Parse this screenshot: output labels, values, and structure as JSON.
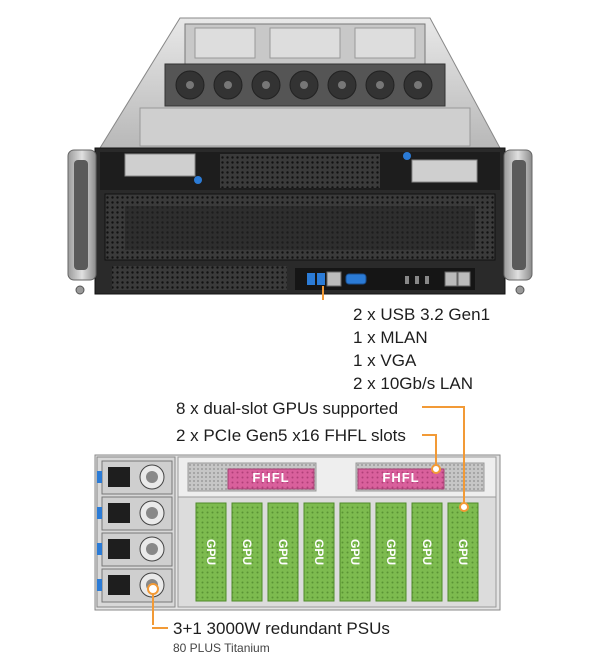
{
  "io_callout": {
    "lines": [
      "2 x USB 3.2 Gen1",
      "1 x MLAN",
      "1 x VGA",
      "2 x 10Gb/s LAN"
    ]
  },
  "gpu_callout": "8 x dual-slot GPUs supported",
  "pcie_callout": "2 x PCIe Gen5 x16 FHFL slots",
  "psu_callout": {
    "title": "3+1 3000W redundant PSUs",
    "subtitle": "80 PLUS Titanium"
  },
  "slot_labels": {
    "fhfl": "FHFL",
    "gpu": "GPU"
  },
  "colors": {
    "callout_line": "#f29a36",
    "gpu_green": "#7dbb4f",
    "fhfl_pink": "#d9609c",
    "usb_blue": "#2b7bd6",
    "chassis_dark": "#2a2a2a"
  }
}
